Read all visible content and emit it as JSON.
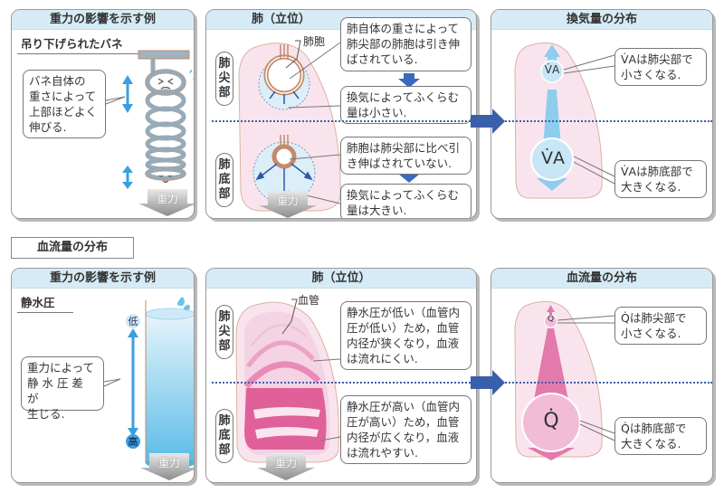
{
  "ventilation_row": {
    "example_panel": {
      "title": "重力の影響を示す例",
      "subtitle": "吊り下げられたバネ",
      "callout": "バネ自体の\n重さによって\n上部ほどよく\n伸びる.",
      "gravity_label": "重力"
    },
    "lung_panel": {
      "title": "肺（立位）",
      "apex_tag": "肺\n尖\n部",
      "base_tag": "肺\n底\n部",
      "alveolus_label": "肺胞",
      "callout_apex_1": "肺自体の重さによって\n肺尖部の肺胞は引き伸\nばされている.",
      "callout_apex_2": "換気によってふくらむ\n量は小さい.",
      "callout_base_1": "肺胞は肺尖部に比べ引\nき伸ばされていない.",
      "callout_base_2": "換気によってふくらむ\n量は大きい.",
      "gravity_label": "重力"
    },
    "distribution_panel": {
      "title": "換気量の分布",
      "symbol_small": "V̇A",
      "symbol_large": "V̇A",
      "callout_apex": "V̇Aは肺尖部で\n小さくなる.",
      "callout_base": "V̇Aは肺底部で\n大きくなる."
    }
  },
  "section_label": "血流量の分布",
  "bloodflow_row": {
    "example_panel": {
      "title": "重力の影響を示す例",
      "subtitle": "静水圧",
      "low_label": "低",
      "high_label": "高",
      "callout": "重力によって\n静 水 圧 差 が\n生じる.",
      "gravity_label": "重力"
    },
    "lung_panel": {
      "title": "肺（立位）",
      "apex_tag": "肺\n尖\n部",
      "base_tag": "肺\n底\n部",
      "vessel_label": "血管",
      "callout_apex": "静水圧が低い（血管内\n圧が低い）ため，血管\n内径が狭くなり，血液\nは流れにくい.",
      "callout_base": "静水圧が高い（血管内\n圧が高い）ため，血管\n内径が広くなり，血液\nは流れやすい.",
      "gravity_label": "重力"
    },
    "distribution_panel": {
      "title": "血流量の分布",
      "symbol_small": "Q̇",
      "symbol_large": "Q̇",
      "callout_apex": "Q̇は肺尖部で\n小さくなる.",
      "callout_base": "Q̇は肺底部で\n大きくなる."
    }
  },
  "colors": {
    "panel_header": "#d6ebf5",
    "lung_fill": "#f9e4ee",
    "lung_outline": "#d9b49a",
    "ventilation_blue": "#8fcdee",
    "blood_pink": "#e0609a",
    "arrow_blue": "#3a5faa"
  }
}
